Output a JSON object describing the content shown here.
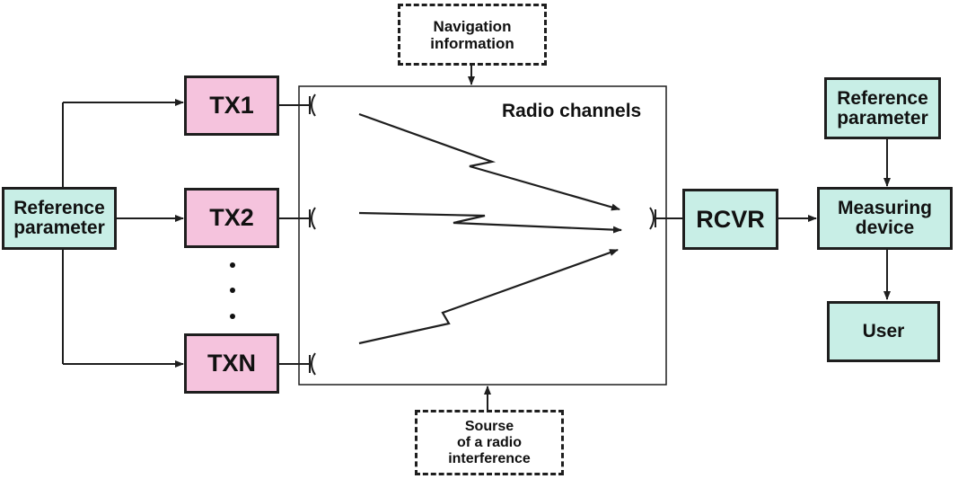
{
  "nodes": {
    "ref_left": "Reference\nparameter",
    "tx1": "TX1",
    "tx2": "TX2",
    "txn": "TXN",
    "nav_info": "Navigation\ninformation",
    "radio_channels": "Radio channels",
    "interference": "Sourse\nof a radio\ninterference",
    "rcvr": "RCVR",
    "ref_right": "Reference\nparameter",
    "measuring": "Measuring\ndevice",
    "user": "User"
  },
  "colors": {
    "reference_box": "#c8eee6",
    "transmitter_box": "#f5c3dd",
    "outline": "#1e1e1e"
  }
}
